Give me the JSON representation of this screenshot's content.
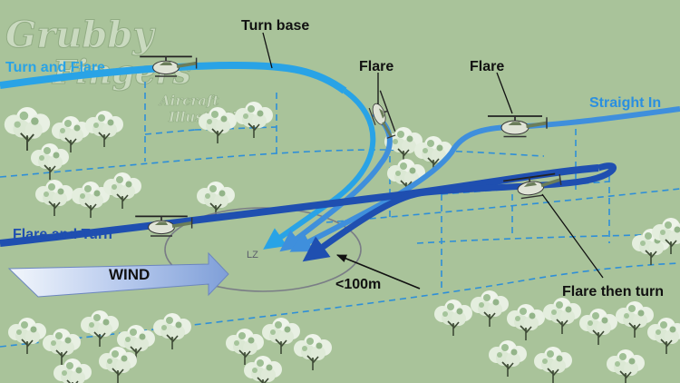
{
  "watermark": {
    "brand": "Grubby",
    "brand_line2": "Fingers",
    "tagline_line1": "Aircraft",
    "tagline_line2": "Illustrations"
  },
  "labels": {
    "turn_base": "Turn base",
    "turn_and_flare": "Turn and Flare",
    "flare_center": "Flare",
    "flare_right": "Flare",
    "straight_in": "Straight In",
    "flare_and_turn": "Flare and Turn",
    "wind": "WIND",
    "distance": "<100m",
    "flare_then_turn": "Flare then turn",
    "landing_zone": "LZ"
  },
  "colors": {
    "background": "#a9c39a",
    "path_light": "#29a3e6",
    "path_mid": "#3f8fdc",
    "path_dark": "#1f4fb0",
    "outline_dashed": "#2e8fd8",
    "text": "#111111",
    "wind_arrow": "#8ea9dc"
  }
}
